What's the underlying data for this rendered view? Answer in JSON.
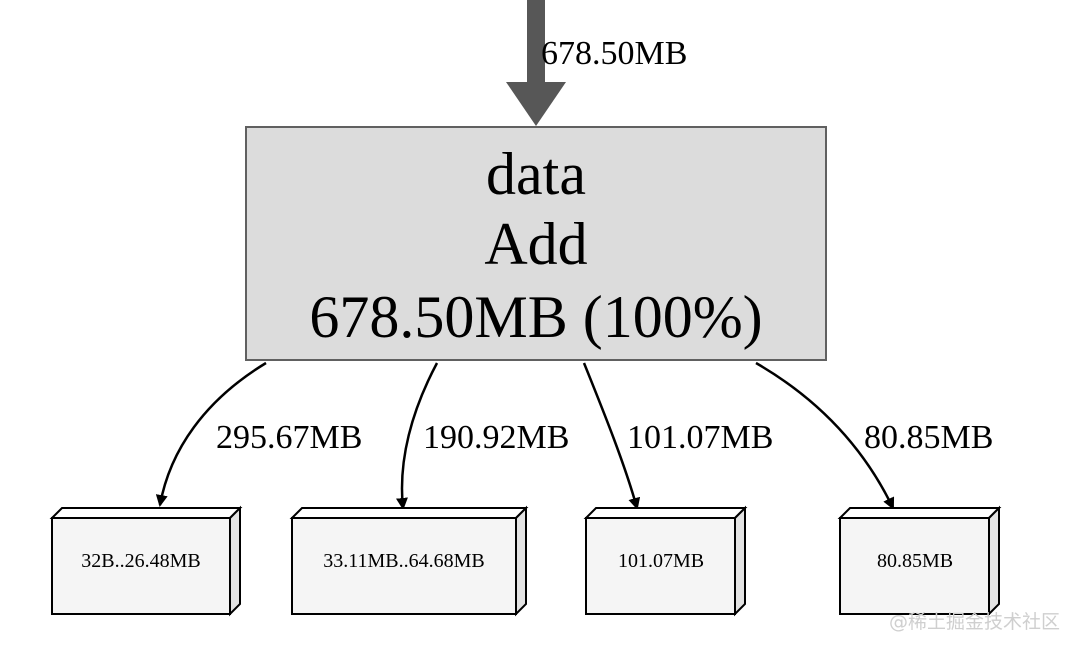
{
  "colors": {
    "background": "#ffffff",
    "main_node_fill": "#dcdcdc",
    "main_node_stroke": "#606060",
    "inbound_edge": "#575757",
    "leaf_fill": "#f5f5f5",
    "leaf_side": "#e3e3e3",
    "edge_stroke": "#000000",
    "watermark": "#cfcfcf"
  },
  "inbound_edge": {
    "label": "678.50MB"
  },
  "main_node": {
    "line1": "data",
    "line2": "Add",
    "line3": "678.50MB (100%)"
  },
  "edges": [
    {
      "label": "295.67MB"
    },
    {
      "label": "190.92MB"
    },
    {
      "label": "101.07MB"
    },
    {
      "label": "80.85MB"
    }
  ],
  "leaves": [
    {
      "label": "32B..26.48MB"
    },
    {
      "label": "33.11MB..64.68MB"
    },
    {
      "label": "101.07MB"
    },
    {
      "label": "80.85MB"
    }
  ],
  "watermark": "@稀土掘金技术社区"
}
